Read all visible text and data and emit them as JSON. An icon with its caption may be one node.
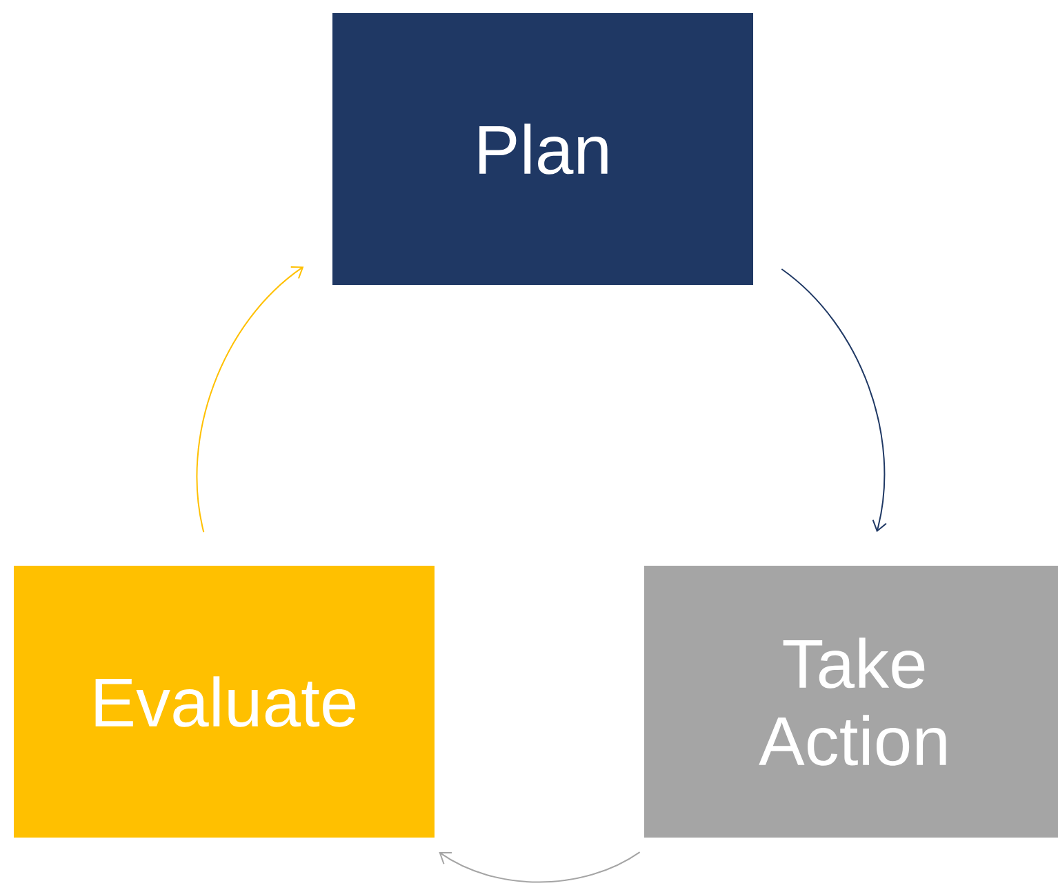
{
  "diagram": {
    "nodes": [
      {
        "text": [
          "Plan"
        ]
      },
      {
        "text": [
          "Take Action"
        ]
      },
      {
        "text": [
          "Evaluate"
        ]
      }
    ],
    "edges": [
      {
        "from": 0,
        "to": 1,
        "arrow": "to",
        "color": "#1f3864"
      },
      {
        "from": 1,
        "to": 2,
        "arrow": "to",
        "color": "#a5a5a5"
      },
      {
        "from": 2,
        "to": 0,
        "arrow": "to",
        "color": "#ffc000"
      }
    ]
  }
}
